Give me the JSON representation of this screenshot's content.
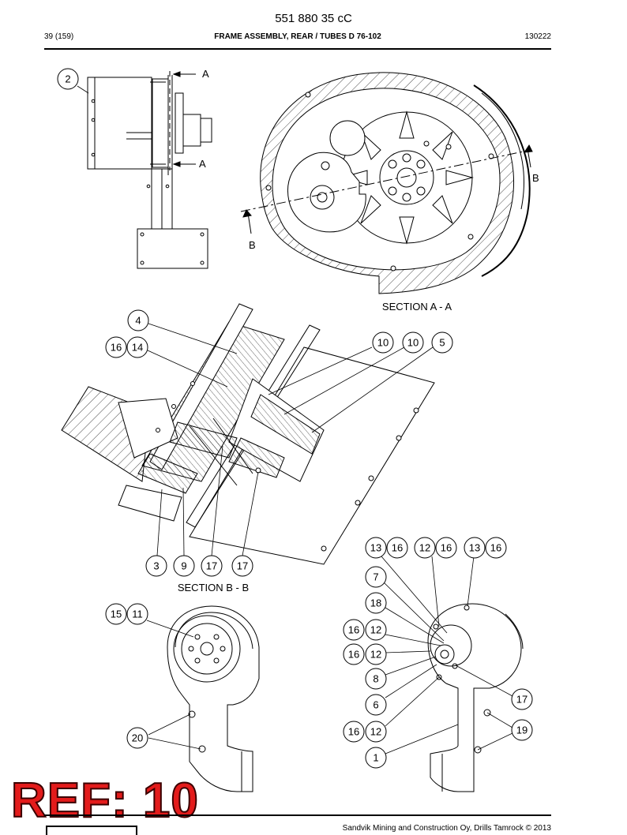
{
  "header": {
    "doc_number": "551 880 35 cC",
    "page": "39 (159)",
    "title": "FRAME ASSEMBLY, REAR / TUBES D 76-102",
    "date_code": "130222"
  },
  "section_labels": {
    "aa_marker": "A",
    "bb_marker": "B",
    "section_aa": "SECTION A - A",
    "section_bb": "SECTION B - B"
  },
  "callouts": {
    "side_view": [
      "2"
    ],
    "section_bb": [
      "4",
      "16",
      "14",
      "10",
      "10",
      "5",
      "3",
      "9",
      "17",
      "17"
    ],
    "front_left": [
      "15",
      "11",
      "20"
    ],
    "front_right": [
      "13",
      "16",
      "12",
      "16",
      "13",
      "16",
      "7",
      "18",
      "16",
      "12",
      "16",
      "12",
      "8",
      "6",
      "16",
      "12",
      "1",
      "17",
      "19"
    ]
  },
  "watermark": "REF: 10",
  "footer": {
    "copyright": "Sandvik Mining and Construction Oy, Drills Tamrock © 2013"
  }
}
